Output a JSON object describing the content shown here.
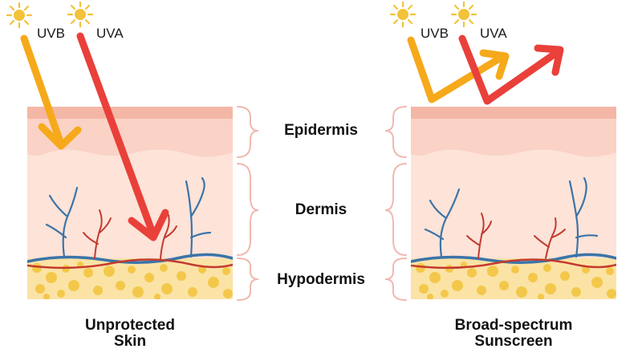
{
  "rays": {
    "uvb_label": "UVB",
    "uva_label": "UVA"
  },
  "layers": {
    "epidermis": "Epidermis",
    "dermis": "Dermis",
    "hypodermis": "Hypodermis"
  },
  "captions": {
    "left_line1": "Unprotected",
    "left_line2": "Skin",
    "right_line1": "Broad-spectrum",
    "right_line2": "Sunscreen"
  },
  "colors": {
    "uvb_ray": "#f6a91a",
    "uva_ray": "#e9403a",
    "epidermis_top": "#f4b7a6",
    "epidermis": "#fbd2c6",
    "dermis": "#fde3d8",
    "hypodermis": "#fbe3a6",
    "fat_cells": "#f3c84a",
    "vein": "#3b74a8",
    "artery": "#c43a2f",
    "sun": "#f2c23a",
    "bracket": "#f0b9b0"
  },
  "icons": [
    "sun-icon",
    "arrow-icon"
  ]
}
